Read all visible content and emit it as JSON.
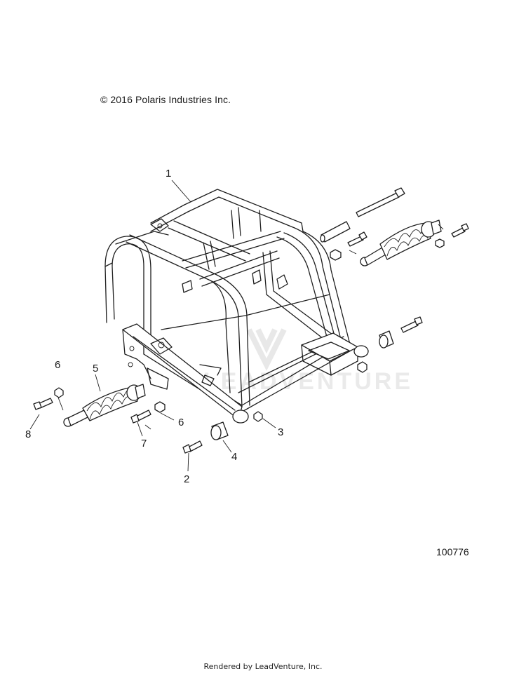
{
  "copyright": "© 2016 Polaris Industries Inc.",
  "diagram_number": "100776",
  "footer": "Rendered by LeadVenture, Inc.",
  "watermark": "LEADVENTURE",
  "callouts": [
    "1",
    "2",
    "3",
    "4",
    "5",
    "6",
    "6",
    "7",
    "8"
  ]
}
